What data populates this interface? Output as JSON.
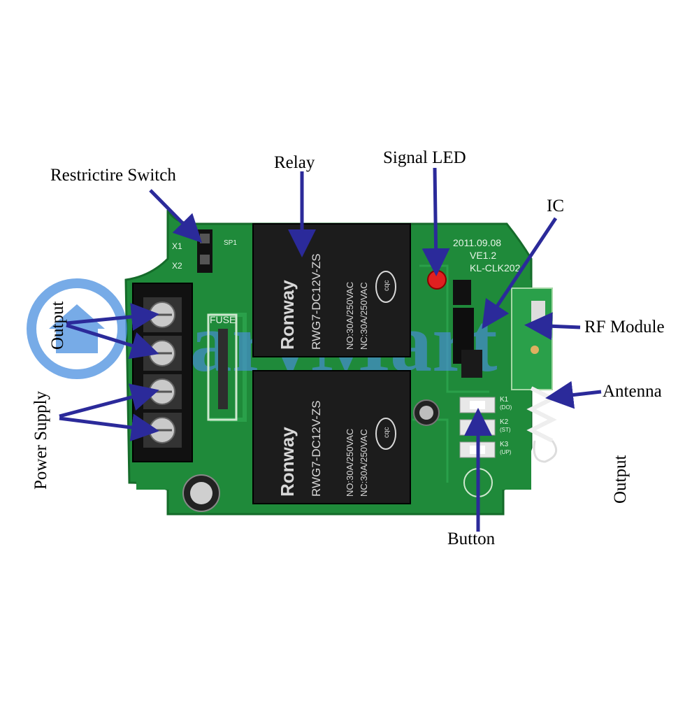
{
  "labels": {
    "restrictire_switch": "Restrictire Switch",
    "relay": "Relay",
    "signal_led": "Signal LED",
    "ic": "IC",
    "rf_module": "RF Module",
    "antenna": "Antenna",
    "output_left": "Output",
    "power_supply": "Power Supply",
    "output_right": "Output",
    "button": "Button"
  },
  "watermark": "CaryMart",
  "pcb": {
    "date": "2011.09.08",
    "version": "VE1.2",
    "model": "KL-CLK202",
    "fuse": "FUSE",
    "x1": "X1",
    "x2": "X2",
    "sp1": "SP1",
    "k1": "K1",
    "k2": "K2",
    "k3": "K3",
    "k1_sub": "(DO)",
    "k2_sub": "(ST)",
    "k3_sub": "(UP)"
  },
  "relays": [
    {
      "brand": "Ronway",
      "model": "RWG7-DC12V-ZS",
      "no": "NO:30A/250VAC",
      "nc": "NC:30A/250VAC",
      "cert": "cqc"
    },
    {
      "brand": "Ronway",
      "model": "RWG7-DC12V-ZS",
      "no": "NO:30A/250VAC",
      "nc": "NC:30A/250VAC",
      "cert": "cqc"
    }
  ],
  "colors": {
    "pcb": "#1f8a3a",
    "pcb_dark": "#156b2a",
    "arrow": "#2b2a9a",
    "relay": "#1c1c1c",
    "watermark": "#4a8fe0",
    "led": "#e02020"
  }
}
